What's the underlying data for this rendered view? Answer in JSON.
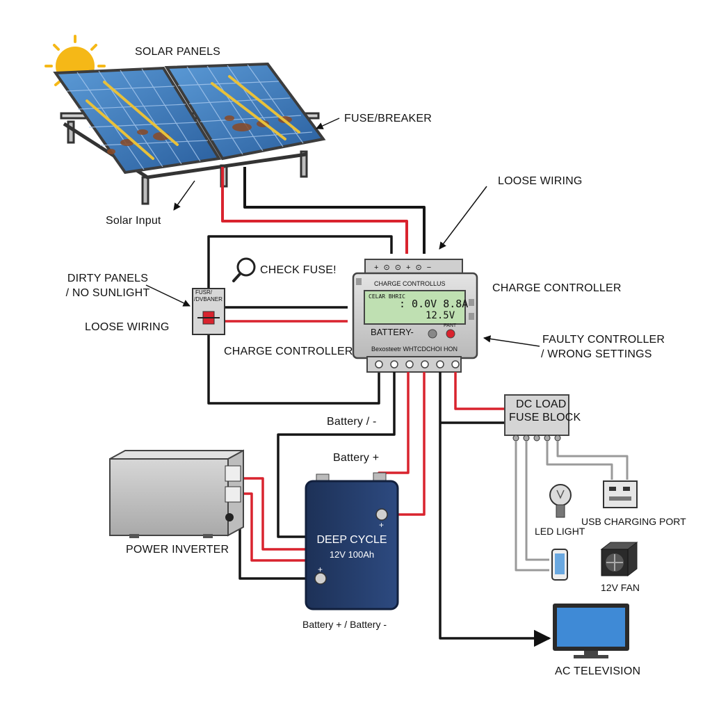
{
  "labels": {
    "solar_panels": "SOLAR PANELS",
    "fuse_breaker": "FUSE/BREAKER",
    "loose_wiring_top": "LOOSE WIRING",
    "solar_input": "Solar Input",
    "dirty_panels_line1": "DIRTY PANELS",
    "dirty_panels_line2": "/ NO SUNLIGHT",
    "loose_wiring_left": "LOOSE WIRING",
    "check_fuse": "CHECK FUSE!",
    "charge_controller_right": "CHARGE CONTROLLER",
    "charge_controller_center": "CHARGE CONTROLLER",
    "faulty_controller_line1": "FAULTY CONTROLLER",
    "faulty_controller_line2": "/ WRONG SETTINGS",
    "battery_minus": "Battery / -",
    "battery_plus": "Battery +",
    "battery_plus_minus": "Battery + / Battery -",
    "power_inverter": "POWER INVERTER",
    "dc_load_line1": "DC LOAD",
    "dc_load_line2": "FUSE BLOCK",
    "usb_charging_port": "USB CHARGING PORT",
    "led_light": "LED LIGHT",
    "fan_12v": "12V FAN",
    "ac_television": "AC TELEVISION"
  },
  "fuse_box": {
    "line1": "FUSR/",
    "line2": "/DVBANER"
  },
  "controller": {
    "top_title": "CHARGE CONTROLLUS",
    "lcd_line1": "CELAR BHRIC",
    "lcd_value1": ": 0.0V 8.8A",
    "lcd_value2": "12.5V",
    "battery_text": "BATTERY-",
    "button_label": "PANT",
    "bottom_text": "Bexosteetr WHTCDCHOI HON",
    "top_terminals": "+ ⊙ ⊙ + ⊙ −"
  },
  "battery": {
    "title": "DEEP CYCLE",
    "rating": "12V 100Ah",
    "plus_top": "+",
    "plus_bottom": "+"
  },
  "colors": {
    "wire_red": "#d9232e",
    "wire_black": "#151515",
    "wire_gray": "#9a9a9a",
    "panel_blue": "#2f6fb8",
    "battery_navy": "#233a66",
    "sun": "#f5b817"
  }
}
